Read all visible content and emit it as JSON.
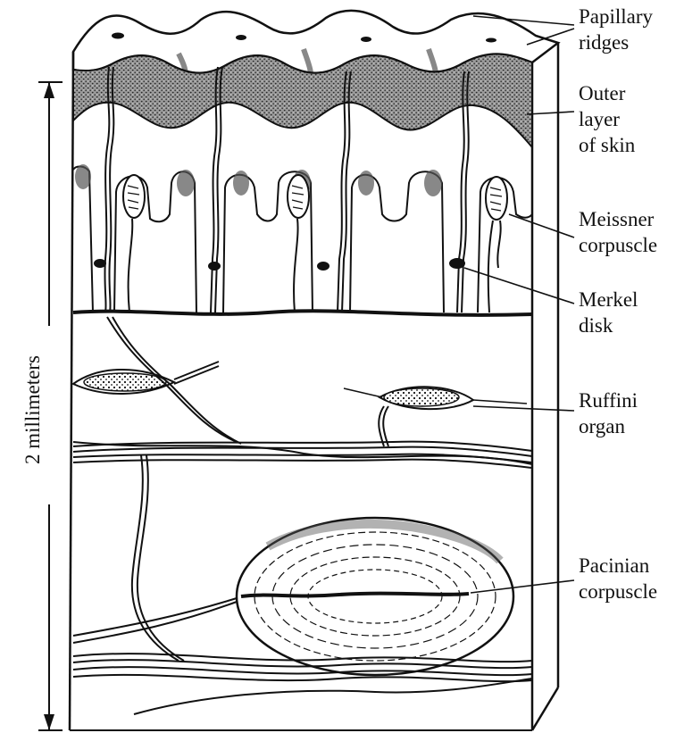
{
  "labels": {
    "papillary_ridges": [
      "Papillary",
      "ridges"
    ],
    "outer_layer": [
      "Outer",
      "layer",
      "of skin"
    ],
    "meissner": [
      "Meissner",
      "corpuscle"
    ],
    "merkel": [
      "Merkel",
      "disk"
    ],
    "ruffini": [
      "Ruffini",
      "organ"
    ],
    "pacinian": [
      "Pacinian",
      "corpuscle"
    ],
    "scale": "2 millimeters"
  },
  "colors": {
    "ink": "#111111",
    "epidermis_shade": "#8a8a8a",
    "background": "#ffffff"
  }
}
